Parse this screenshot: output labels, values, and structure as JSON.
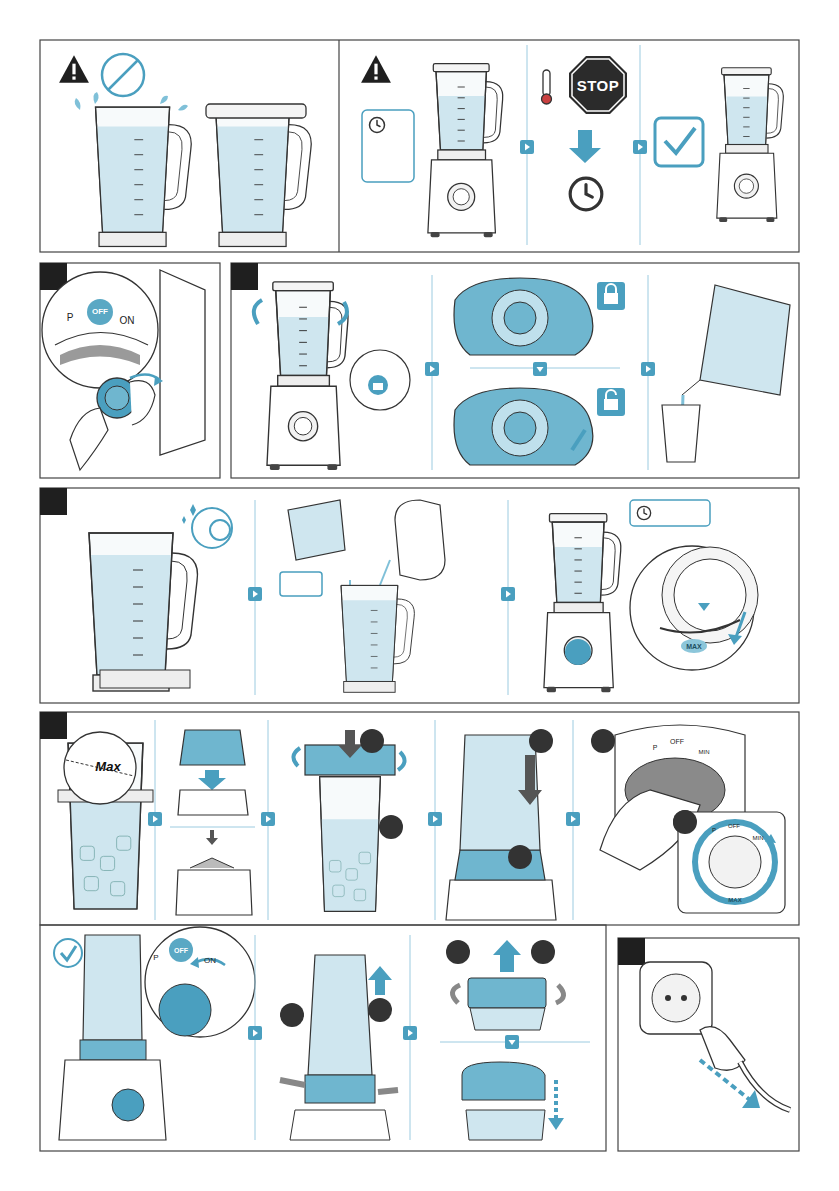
{
  "diagram": {
    "nodes": [
      {
        "text": [
          "STOP"
        ]
      }
    ],
    "labels": [
      "P",
      "OFF",
      "ON",
      "MAX",
      "Max",
      "P",
      "OFF",
      "MIN",
      "P",
      "OFF",
      "MIN",
      "MAX",
      "P",
      "OFF",
      "ON"
    ]
  }
}
